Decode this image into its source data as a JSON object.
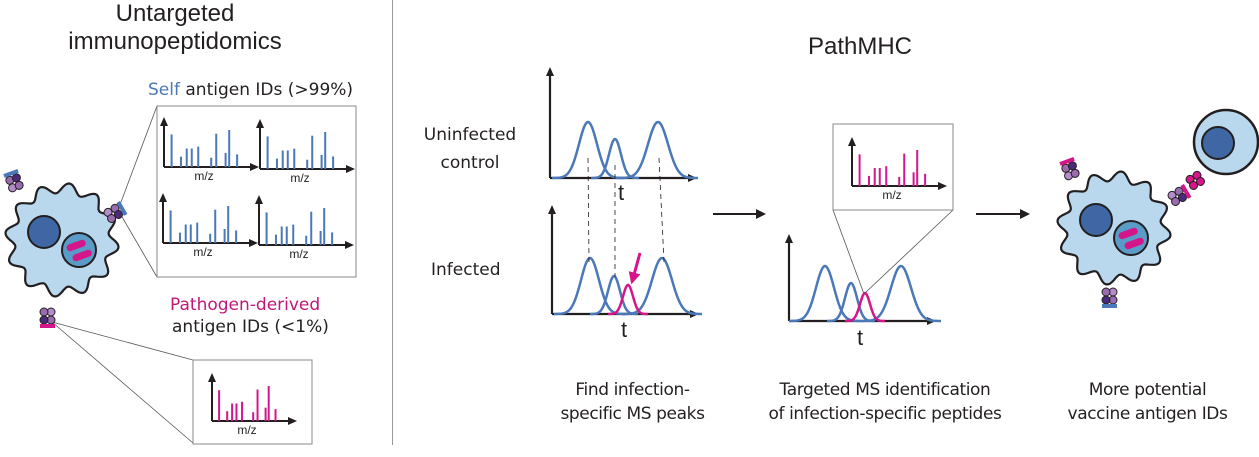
{
  "colors": {
    "self_blue": "#4a78b8",
    "pathogen_magenta": "#d4168a",
    "cell_fill": "#b9d8ee",
    "nucleus": "#3f67a3",
    "axis": "#231f20",
    "divider": "#9a9a9a"
  },
  "left_panel": {
    "title_line1": "Untargeted",
    "title_line2": "immunopeptidomics",
    "self_label_colored": "Self",
    "self_label_rest": " antigen IDs (>99%)",
    "pathogen_label_colored": "Pathogen-derived",
    "pathogen_label_rest": "antigen IDs (<1%)",
    "spectrum_axis_label": "m/z",
    "self_spectra_count": 4,
    "pathogen_spectra_count": 1
  },
  "right_panel": {
    "title": "PathMHC",
    "row_label_uninfected_1": "Uninfected",
    "row_label_uninfected_2": "control",
    "row_label_infected": "Infected",
    "time_axis_label": "t",
    "spectrum_axis_label": "m/z",
    "steps": [
      {
        "line1": "Find infection-",
        "line2": "specific MS peaks"
      },
      {
        "line1": "Targeted MS identification",
        "line2": "of infection-specific peptides"
      },
      {
        "line1": "More potential",
        "line2": "vaccine antigen IDs"
      }
    ]
  },
  "icons": {
    "flow_arrow_1": "right-arrow-icon",
    "flow_arrow_2": "right-arrow-icon",
    "highlight_arrow": "down-left-arrow-icon",
    "antigen_presenting_cell": "cell-icon",
    "t_cell": "t-cell-icon",
    "mhc_complex": "mhc-icon"
  }
}
